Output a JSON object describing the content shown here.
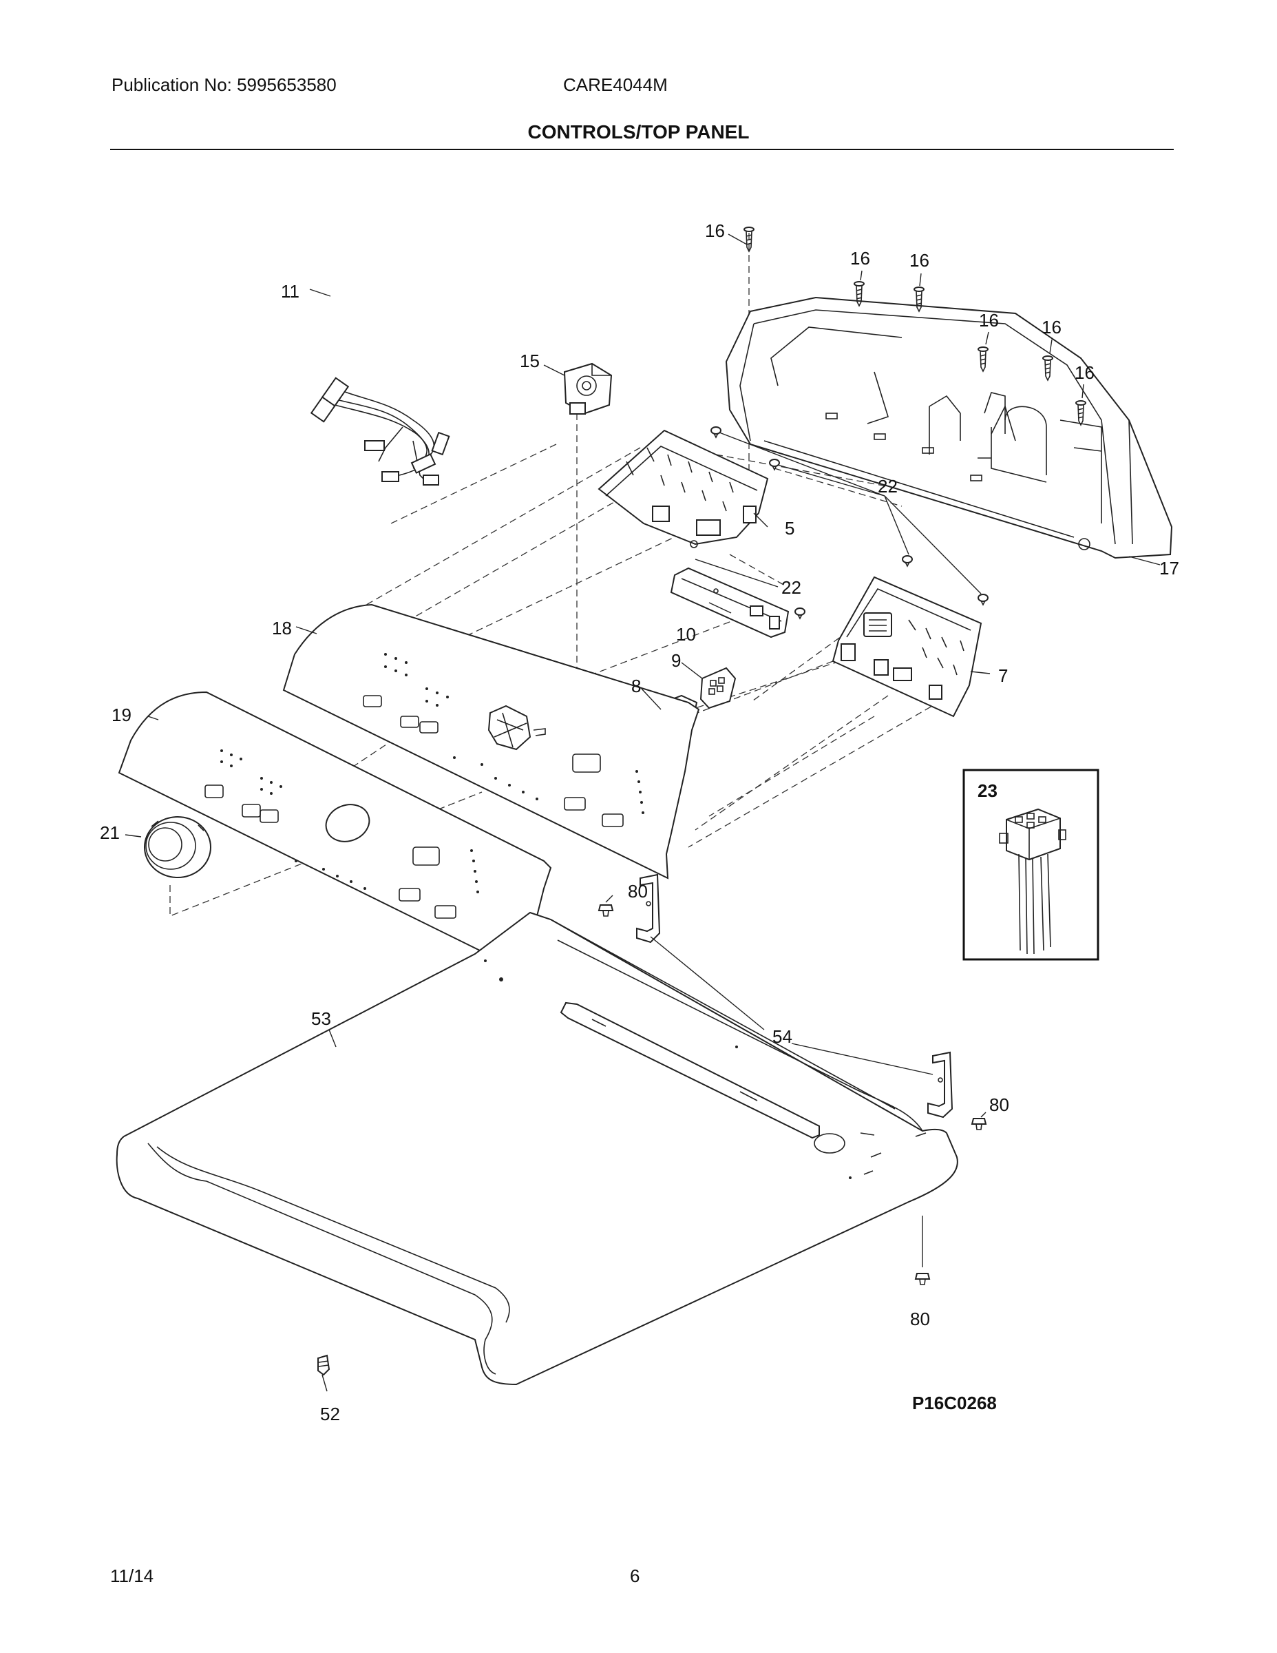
{
  "header": {
    "publication": "Publication No: 5995653580",
    "model": "CARE4044M",
    "section_title": "CONTROLS/TOP PANEL"
  },
  "footer": {
    "date": "11/14",
    "page": "6"
  },
  "diagram": {
    "drawing_code": "P16C0268",
    "inset_label": "23",
    "callouts": [
      "16",
      "16",
      "16",
      "16",
      "16",
      "16",
      "11",
      "15",
      "22",
      "5",
      "22",
      "17",
      "10",
      "18",
      "9",
      "7",
      "8",
      "19",
      "21",
      "80",
      "54",
      "53",
      "80",
      "80",
      "52"
    ]
  }
}
